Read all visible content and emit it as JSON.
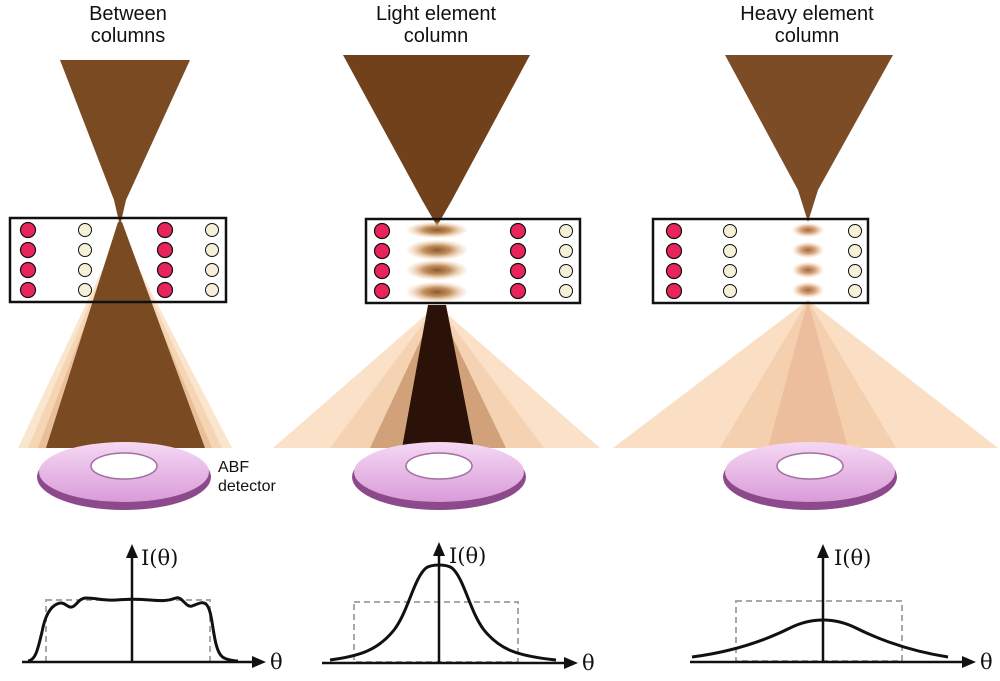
{
  "panels": [
    {
      "title_line1": "Between",
      "title_line2": "columns",
      "y_axis": "I(θ)",
      "x_axis": "θ",
      "profile": "flat-top"
    },
    {
      "title_line1": "Light element",
      "title_line2": "column",
      "y_axis": "I(θ)",
      "x_axis": "θ",
      "profile": "peaked"
    },
    {
      "title_line1": "Heavy element",
      "title_line2": "column",
      "y_axis": "I(θ)",
      "x_axis": "θ",
      "profile": "broad"
    }
  ],
  "detector": {
    "label_line1": "ABF",
    "label_line2": "detector"
  },
  "colors": {
    "beam": "#7a4a22",
    "beam_dark": "#2a1208",
    "scatter": "#f7d7b3",
    "heavy_atom": "#e8245a",
    "light_atom": "#f6f0d8",
    "detector": "#efc3ee",
    "detector_edge": "#8c4a8c",
    "aperture_box": "#a8a8a8"
  }
}
